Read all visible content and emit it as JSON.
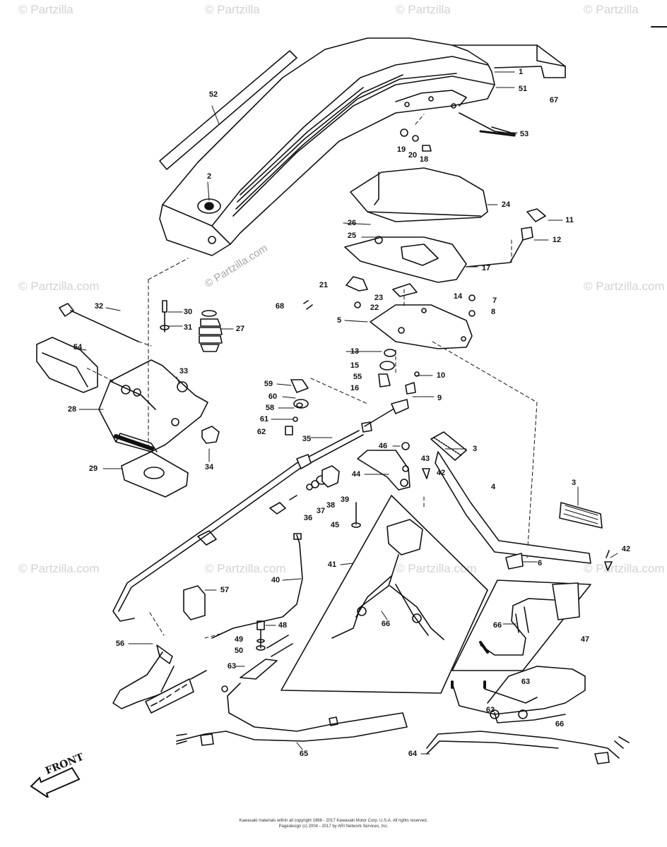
{
  "watermarks": {
    "site": "© Partzilla",
    "diagonal": "© Partzilla.com"
  },
  "diagram": {
    "front_label": "FRONT",
    "copyright_line1": "Kawasaki materials within all copyright 1966 - 2017  Kawasaki Motor Corp. U.S.A.  All rights reserved.",
    "copyright_line2": "Pagedesign (c) 2004 - 2017 by ARI Network Services, Inc.",
    "callouts": [
      "1",
      "51",
      "67",
      "52",
      "53",
      "19",
      "20",
      "18",
      "2",
      "24",
      "11",
      "26",
      "25",
      "12",
      "17",
      "21",
      "68",
      "23",
      "22",
      "14",
      "7",
      "8",
      "32",
      "30",
      "31",
      "27",
      "5",
      "13",
      "15",
      "10",
      "54",
      "33",
      "59",
      "60",
      "58",
      "61",
      "62",
      "55",
      "16",
      "9",
      "28",
      "29",
      "34",
      "35",
      "46",
      "3",
      "43",
      "42",
      "44",
      "4",
      "38",
      "37",
      "36",
      "39",
      "45",
      "3",
      "42",
      "41",
      "40",
      "57",
      "6",
      "66",
      "66",
      "47",
      "48",
      "49",
      "50",
      "56",
      "63",
      "63",
      "63",
      "66",
      "65",
      "64"
    ]
  }
}
